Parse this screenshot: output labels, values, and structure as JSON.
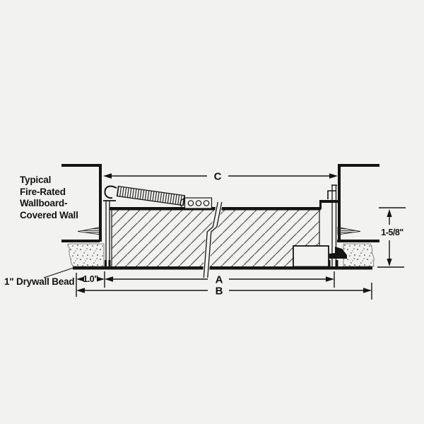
{
  "colors": {
    "background": "#f2f2f1",
    "line": "#141414"
  },
  "labels": {
    "wall_type": {
      "line1": "Typical",
      "line2": "Fire-Rated",
      "line3": "Wallboard-",
      "line4": "Covered Wall"
    },
    "drywall_bead": "1\" Drywall Bead"
  },
  "dimensions": {
    "opening_width": "C",
    "door_width": "A",
    "overall_width": "B",
    "bead_offset": "1.0\"",
    "frame_depth": "1-5/8\""
  }
}
